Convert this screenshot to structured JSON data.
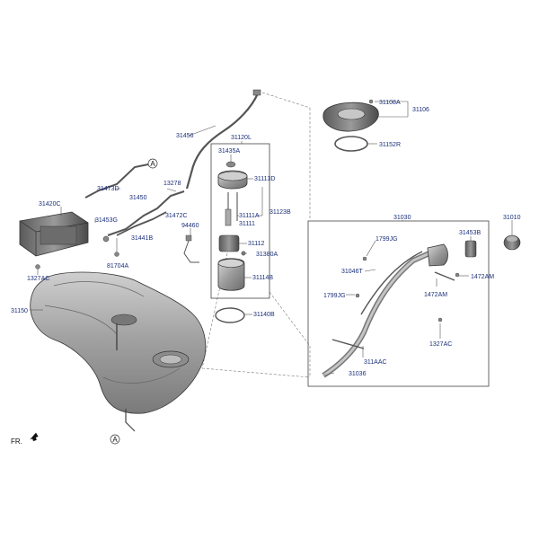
{
  "labels": {
    "p31108A": "31108A",
    "p31106": "31106",
    "p31152R": "31152R",
    "p31456": "31456",
    "p31120L": "31120L",
    "p31435A": "31435A",
    "p31113D": "31113D",
    "p31123B": "31123B",
    "p31111A": "31111A",
    "p31111": "31111",
    "p31112": "31112",
    "p31380A": "31380A",
    "p31114B": "31114B",
    "p31140B": "31140B",
    "p31473D": "31473D",
    "p31450": "31450",
    "p13278": "13278",
    "p31472C": "31472C",
    "p94460": "94460",
    "p31420C": "31420C",
    "p31453G": "31453G",
    "p31441B": "31441B",
    "p81704A": "81704A",
    "p1327AC_left": "1327AC",
    "p31150": "31150",
    "p31030": "31030",
    "p31010": "31010",
    "p1799JG_top": "1799JG",
    "p31453B": "31453B",
    "p31046T": "31046T",
    "p1472AM_right": "1472AM",
    "p1799JG_left": "1799JG",
    "p1472AM_low": "1472AM",
    "p1327AC_right": "1327AC",
    "p311AAC": "311AAC",
    "p31036": "31036"
  },
  "markers": {
    "ref_a_top": "A",
    "ref_a_bottom": "A"
  },
  "direction": {
    "front_label": "FR."
  },
  "icons": {
    "front_arrow": "arrow-left-down-icon"
  },
  "colors": {
    "label_text": "#1a2f7a",
    "part_shade": "#8a8a8a"
  }
}
